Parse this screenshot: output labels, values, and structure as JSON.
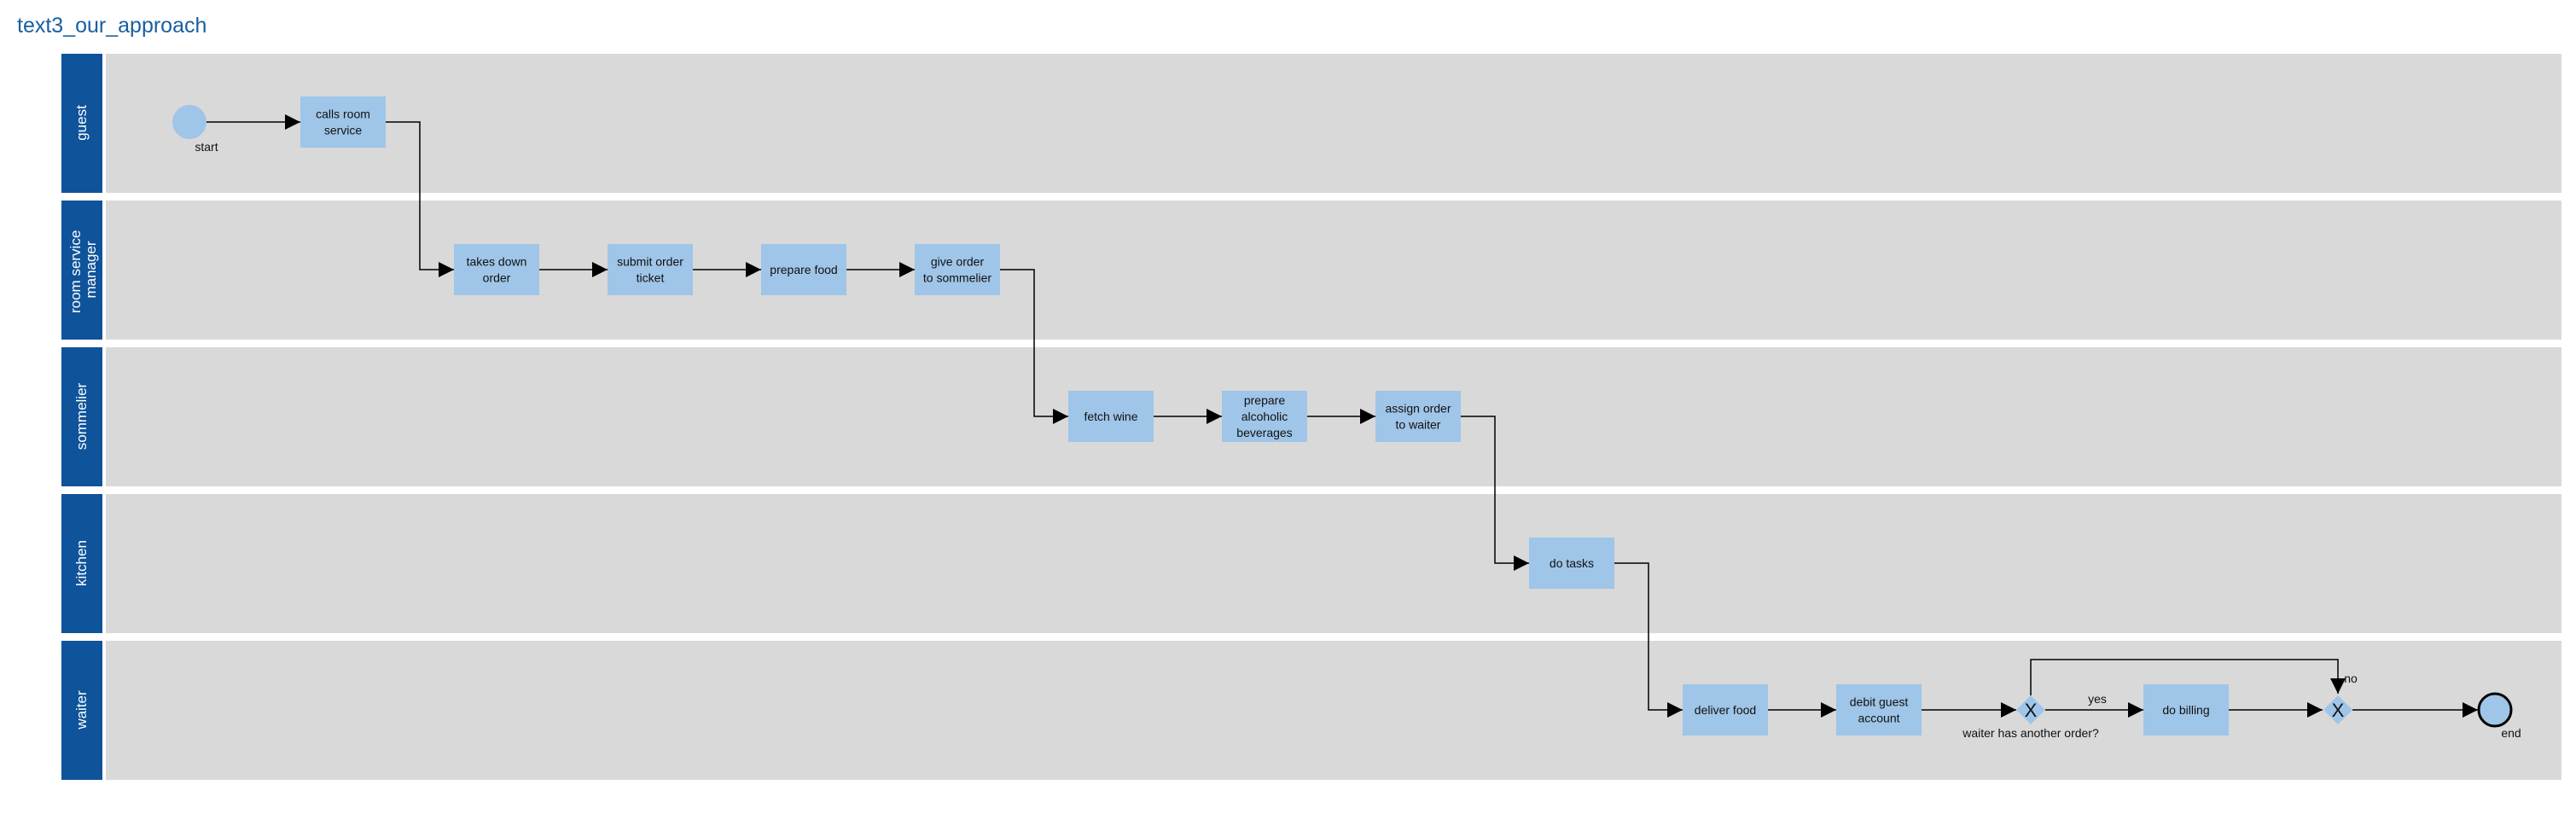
{
  "title": "text3_our_approach",
  "colors": {
    "lane_header": "#0f539b",
    "lane_body": "#d9d9d9",
    "task_fill": "#9fc5e8",
    "line": "#000000",
    "title": "#1a5fa0"
  },
  "lanes": [
    {
      "label": "guest"
    },
    {
      "label": "room service manager"
    },
    {
      "label": "sommelier"
    },
    {
      "label": "kitchen"
    },
    {
      "label": "waiter"
    }
  ],
  "tasks": [
    {
      "lines": [
        "calls room",
        "service"
      ]
    },
    {
      "lines": [
        "takes down",
        "order"
      ]
    },
    {
      "lines": [
        "submit order",
        "ticket"
      ]
    },
    {
      "lines": [
        "prepare food"
      ]
    },
    {
      "lines": [
        "give order",
        "to sommelier"
      ]
    },
    {
      "lines": [
        "fetch wine"
      ]
    },
    {
      "lines": [
        "prepare",
        "alcoholic",
        "beverages"
      ]
    },
    {
      "lines": [
        "assign order",
        "to waiter"
      ]
    },
    {
      "lines": [
        "do tasks"
      ]
    },
    {
      "lines": [
        "deliver food"
      ]
    },
    {
      "lines": [
        "debit guest",
        "account"
      ]
    },
    {
      "lines": [
        "do billing"
      ]
    }
  ],
  "events": {
    "start": "start",
    "end": "end"
  },
  "gateways": {
    "split_symbol": "X",
    "split_label": "waiter has another order?",
    "merge_symbol": "X"
  },
  "flow_labels": {
    "yes": "yes",
    "no": "no"
  }
}
